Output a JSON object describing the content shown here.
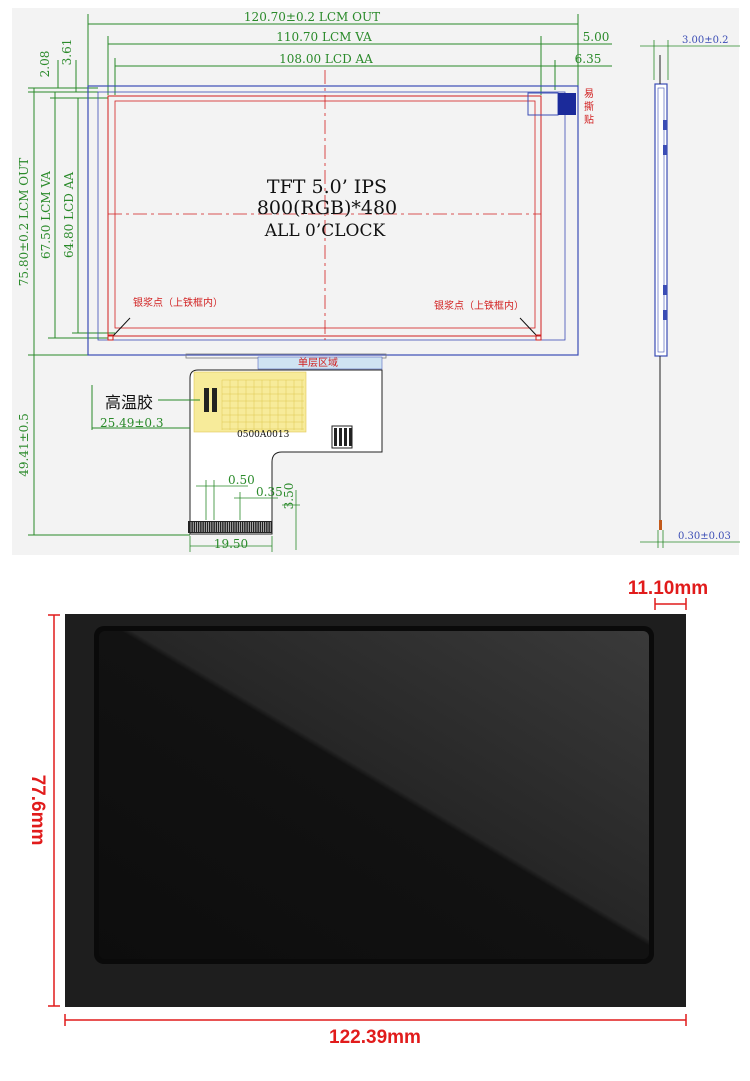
{
  "drawing": {
    "dimensions": {
      "lcm_out_w": "120.70±0.2 LCM OUT",
      "lcm_va_w": "110.70 LCM VA",
      "lcd_aa_w": "108.00 LCD AA",
      "right_5": "5.00",
      "right_635": "6.35",
      "left_208": "2.08",
      "left_361": "3.61",
      "lcm_out_h": "75.80±0.2 LCM OUT",
      "lcm_va_h": "67.50 LCM VA",
      "lcd_aa_h": "64.80 LCD AA",
      "fpc_h": "49.41±0.5",
      "fpc_offset": "25.49±0.3",
      "pitch": "0.50",
      "pad": "0.35",
      "pad_len": "3.50",
      "fpc_w": "19.50",
      "thickness": "3.00±0.2",
      "fpc_thick": "0.30±0.03"
    },
    "center_text": {
      "line1": "TFT 5.0’ IPS",
      "line2": "800(RGB)*480",
      "line3": "ALL 0’CLOCK"
    },
    "labels": {
      "silver_left": "银浆点（上铁框内）",
      "silver_right": "银浆点（上铁框内）",
      "easy_tear_1": "易",
      "easy_tear_2": "撕",
      "easy_tear_3": "贴",
      "high_temp_tape": "高温胶",
      "component_area": "单层区域",
      "fpc_code": "0500A0013"
    }
  },
  "product": {
    "bezel_right": "11.10mm",
    "height": "77.6mm",
    "width": "122.39mm",
    "accent_color": "#e11b1b"
  }
}
